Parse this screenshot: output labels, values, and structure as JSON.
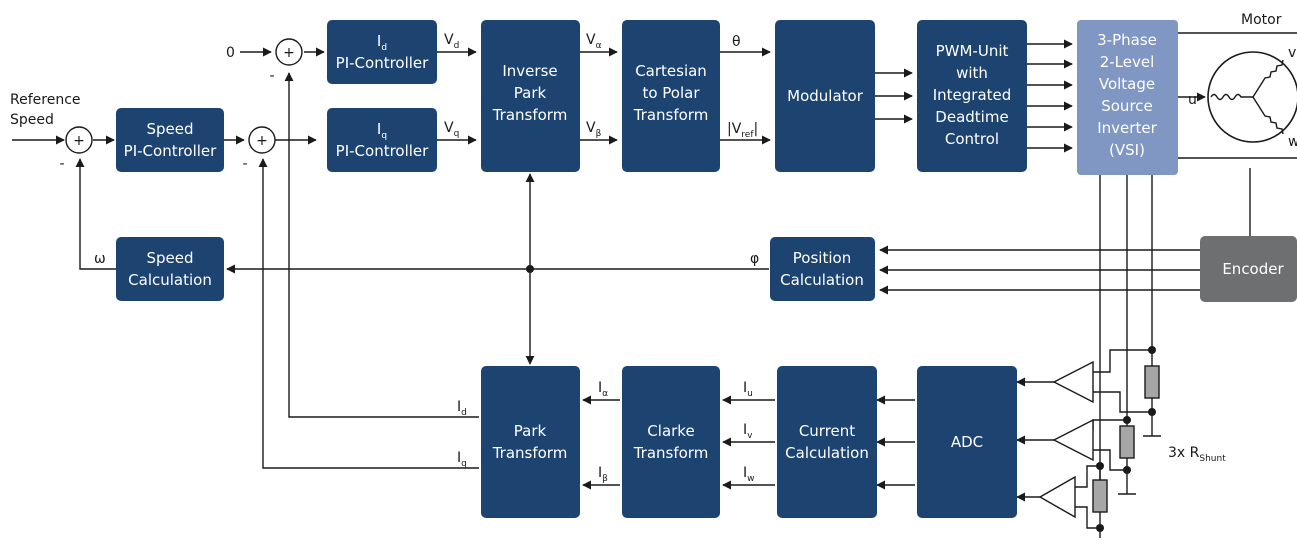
{
  "blocks": {
    "speed_pi": [
      "Speed",
      "PI-Controller"
    ],
    "id_pi": [
      "I",
      "d",
      "PI-Controller"
    ],
    "iq_pi": [
      "I",
      "q",
      "PI-Controller"
    ],
    "inv_park": [
      "Inverse",
      "Park",
      "Transform"
    ],
    "cart_polar": [
      "Cartesian",
      "to Polar",
      "Transform"
    ],
    "modulator": "Modulator",
    "pwm": [
      "PWM-Unit",
      "with",
      "Integrated",
      "Deadtime",
      "Control"
    ],
    "vsi": [
      "3-Phase",
      "2-Level",
      "Voltage",
      "Source",
      "Inverter",
      "(VSI)"
    ],
    "encoder": "Encoder",
    "speed_calc": [
      "Speed",
      "Calculation"
    ],
    "pos_calc": [
      "Position",
      "Calculation"
    ],
    "park": [
      "Park",
      "Transform"
    ],
    "clarke": [
      "Clarke",
      "Transform"
    ],
    "current_calc": [
      "Current",
      "Calculation"
    ],
    "adc": "ADC"
  },
  "labels": {
    "reference": "Reference",
    "speed": "Speed",
    "zero": "0",
    "plus": "+",
    "minus": "-",
    "omega": "ω",
    "phi": "φ",
    "theta": "θ",
    "motor": "Motor",
    "u": "u",
    "v": "v",
    "w": "w",
    "V": "V",
    "I": "I",
    "d": "d",
    "q": "q",
    "alpha": "α",
    "beta": "β",
    "ref": "ref",
    "bar": "|",
    "sub_u": "u",
    "sub_v": "v",
    "sub_w": "w",
    "shunt_prefix": "3x R",
    "shunt_sub": "Shunt"
  },
  "colors": {
    "block": "#1d4470",
    "vsi": "#7f97c2",
    "encoder": "#6e6f71",
    "resistor": "#a6a6a6"
  }
}
